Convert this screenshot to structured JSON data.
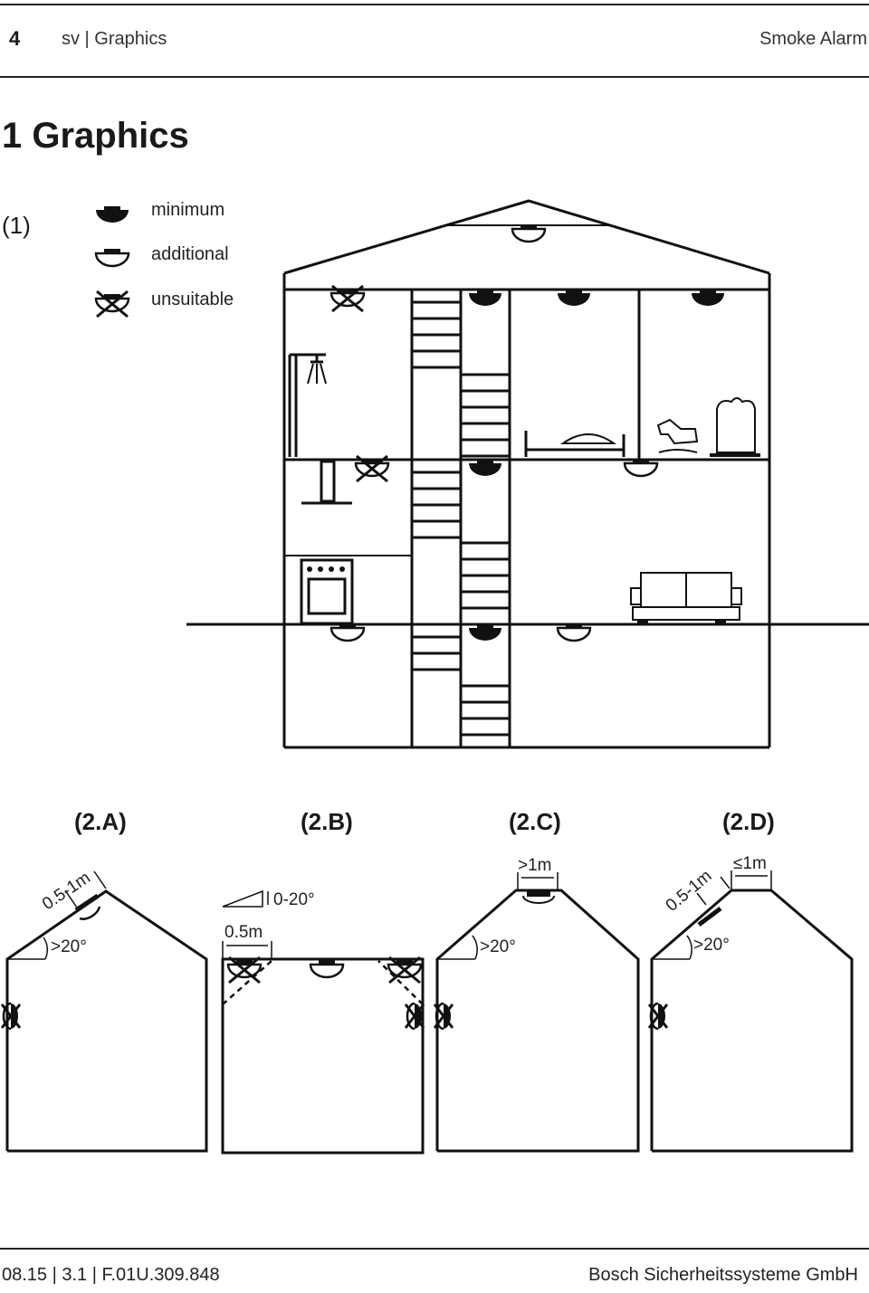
{
  "header": {
    "page_number": "4",
    "section": "sv | Graphics",
    "product": "Smoke Alarm"
  },
  "title": "1 Graphics",
  "figure1": {
    "label": "(1)",
    "legend": {
      "minimum": "minimum",
      "additional": "additional",
      "unsuitable": "unsuitable"
    }
  },
  "figure2": {
    "a": {
      "label": "(2.A)",
      "distance": "0.5-1m",
      "angle": ">20°"
    },
    "b": {
      "label": "(2.B)",
      "slope": "0-20°",
      "distance": "0.5m"
    },
    "c": {
      "label": "(2.C)",
      "width": ">1m",
      "angle": ">20°"
    },
    "d": {
      "label": "(2.D)",
      "distance": "0.5-1m",
      "width": "≤1m",
      "angle": ">20°"
    }
  },
  "footer": {
    "doc_info": "08.15 | 3.1 | F.01U.309.848",
    "company": "Bosch Sicherheitssysteme GmbH"
  }
}
